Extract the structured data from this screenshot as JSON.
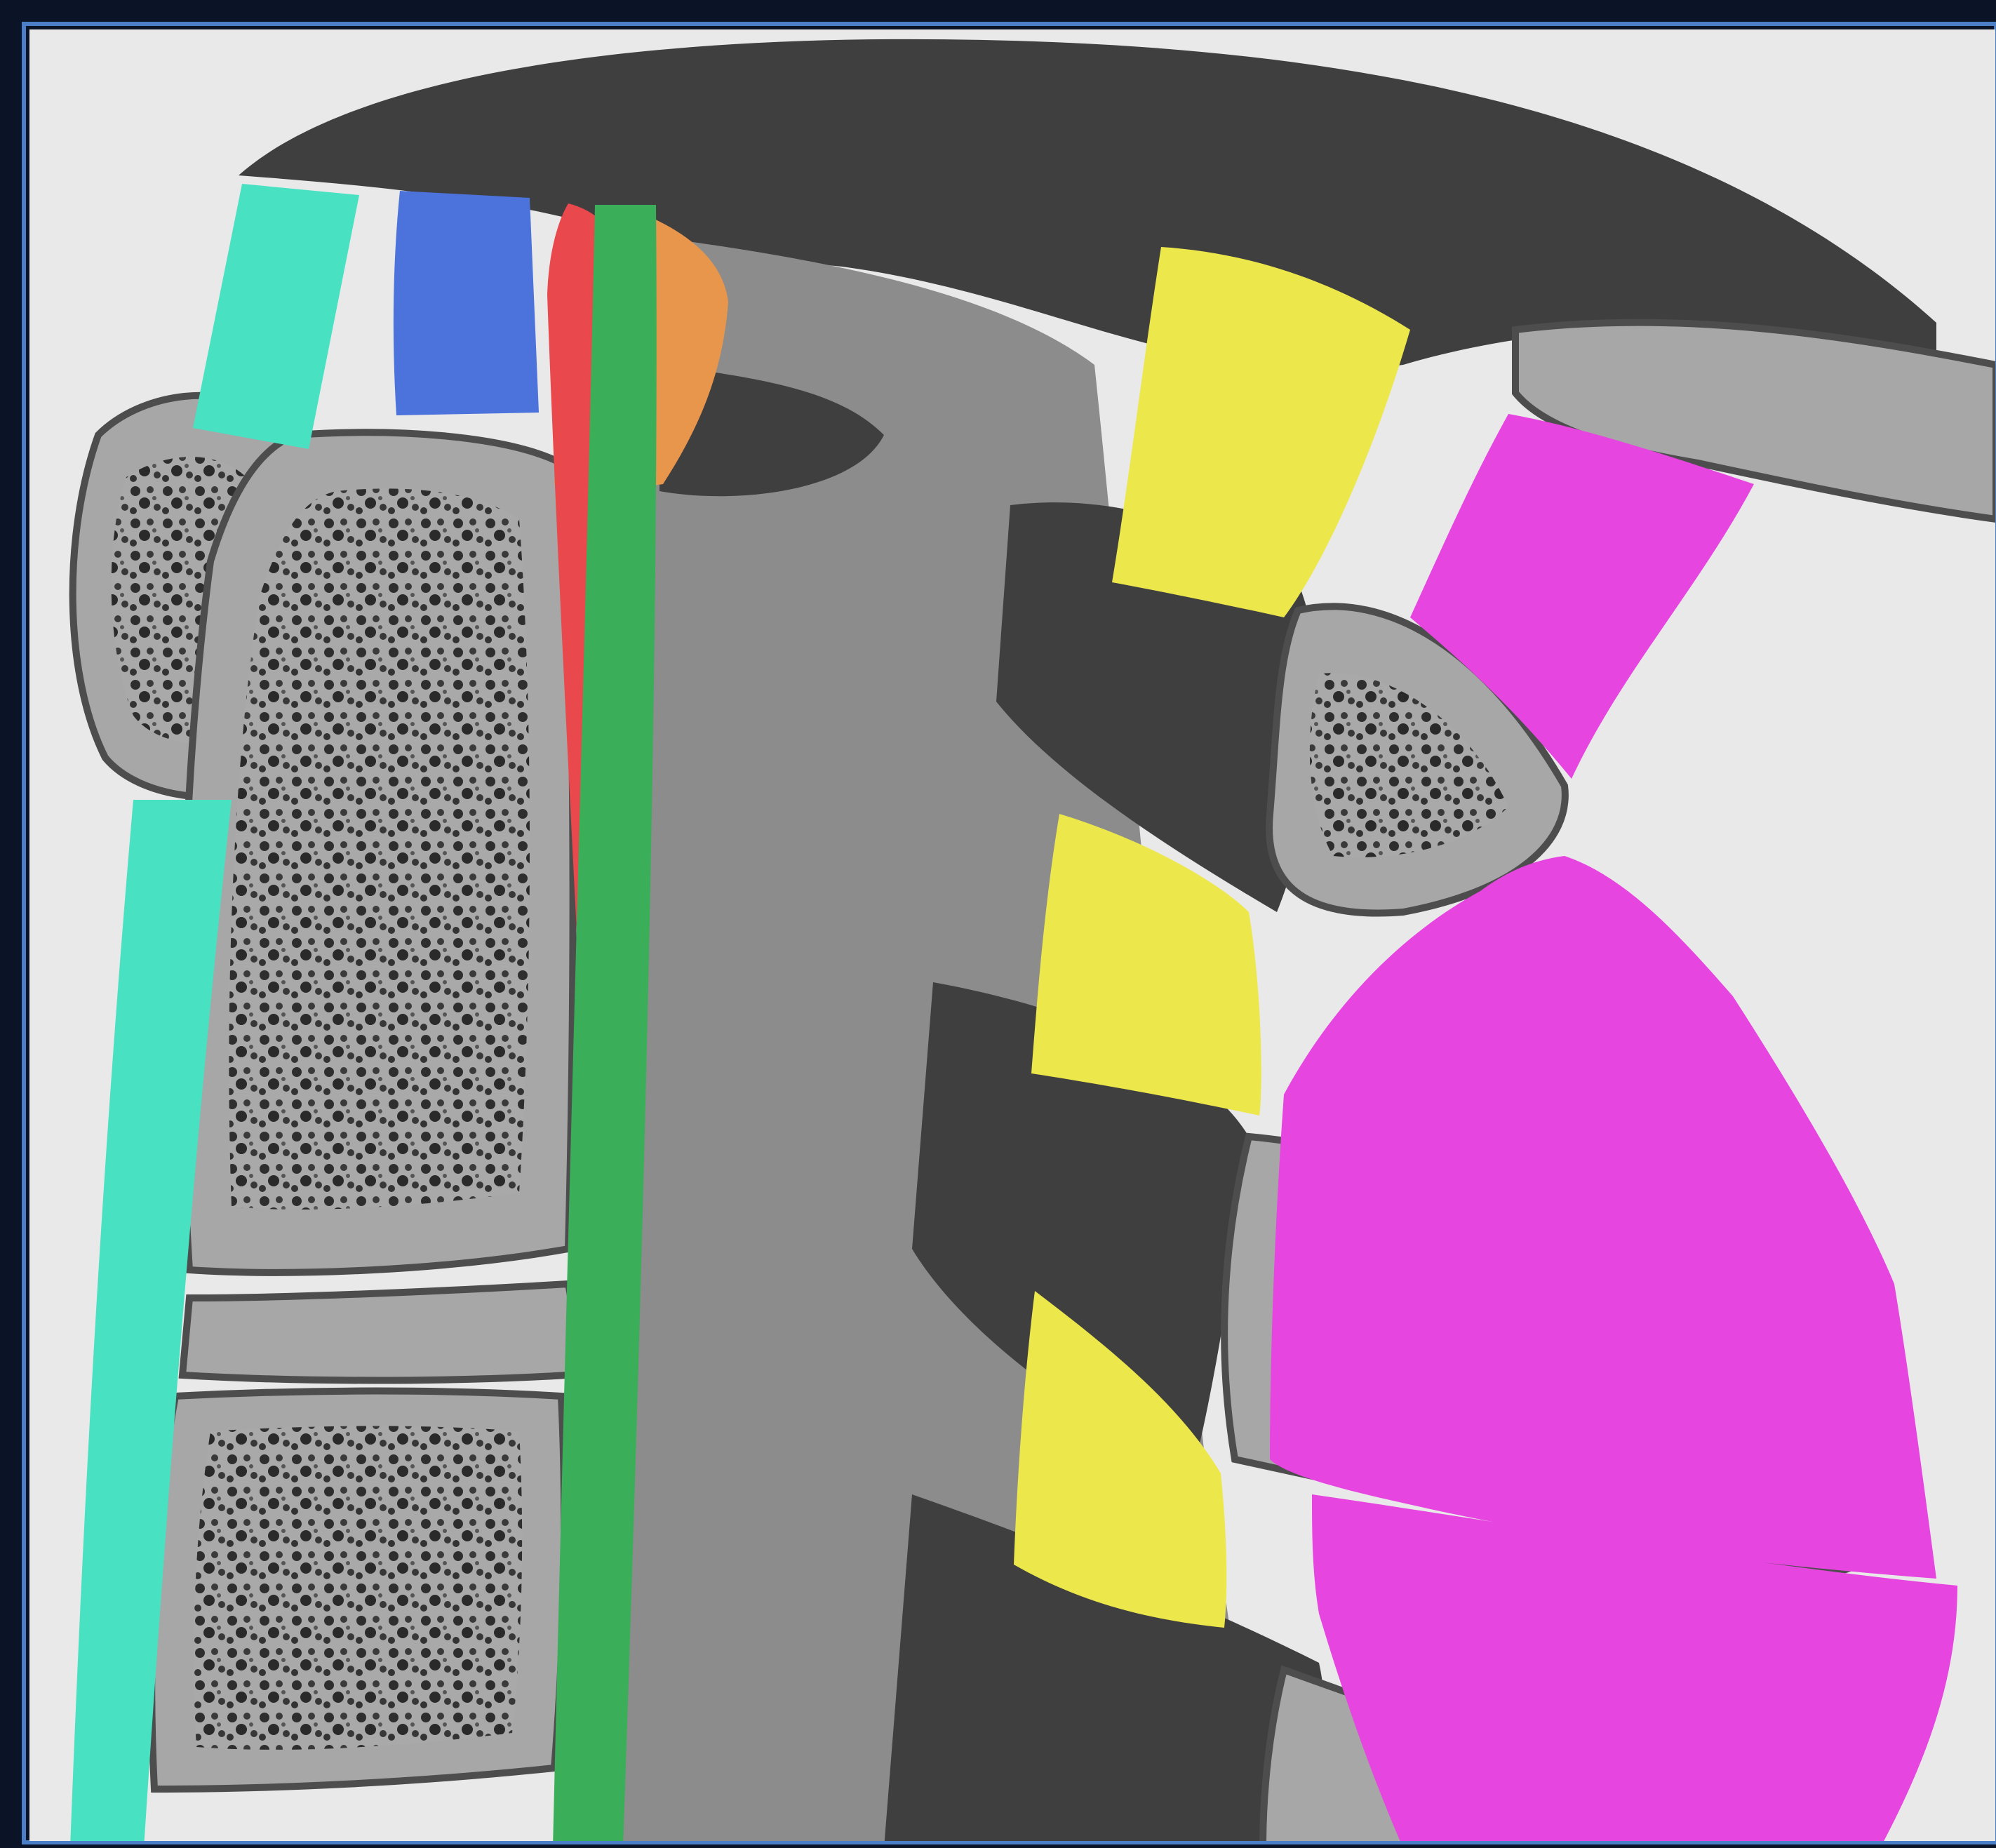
{
  "figure": {
    "frame_color": "#4a7fc8",
    "background_color": "#0b1426",
    "canvas_color": "#e9e9ea",
    "bone_color": "#a7a7a7",
    "bone_edge_color": "#4d4d4d",
    "soft_tissue_dark": "#3f3f3f",
    "soft_tissue_mid": "#8c8c8c"
  },
  "ligaments": [
    {
      "id": "anterior-band",
      "color": "#48e2c3"
    },
    {
      "id": "blue-band",
      "color": "#4c72dc"
    },
    {
      "id": "red-band",
      "color": "#e9484c"
    },
    {
      "id": "green-band",
      "color": "#3bae5a"
    },
    {
      "id": "orange-band",
      "color": "#e8964c"
    },
    {
      "id": "yellow-band",
      "color": "#ece74a"
    },
    {
      "id": "magenta-band",
      "color": "#e645df"
    }
  ]
}
